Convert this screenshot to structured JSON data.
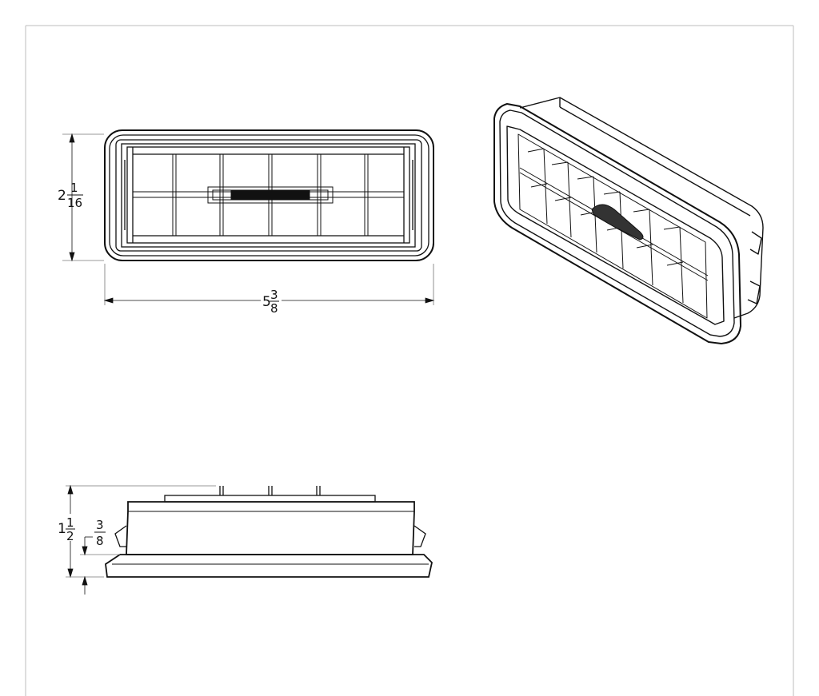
{
  "drawing": {
    "front_view": {
      "height_dim": {
        "whole": "2",
        "num": "1",
        "den": "16"
      },
      "width_dim": {
        "whole": "5",
        "num": "3",
        "den": "8"
      }
    },
    "side_view": {
      "overall_dim": {
        "whole": "1",
        "num": "1",
        "den": "2"
      },
      "flange_dim": {
        "whole": "",
        "num": "3",
        "den": "8"
      }
    },
    "iso_view": {}
  },
  "colors": {
    "line": "#111111",
    "light_line": "#888888",
    "border": "#bdbdbd",
    "fill": "#ffffff"
  }
}
